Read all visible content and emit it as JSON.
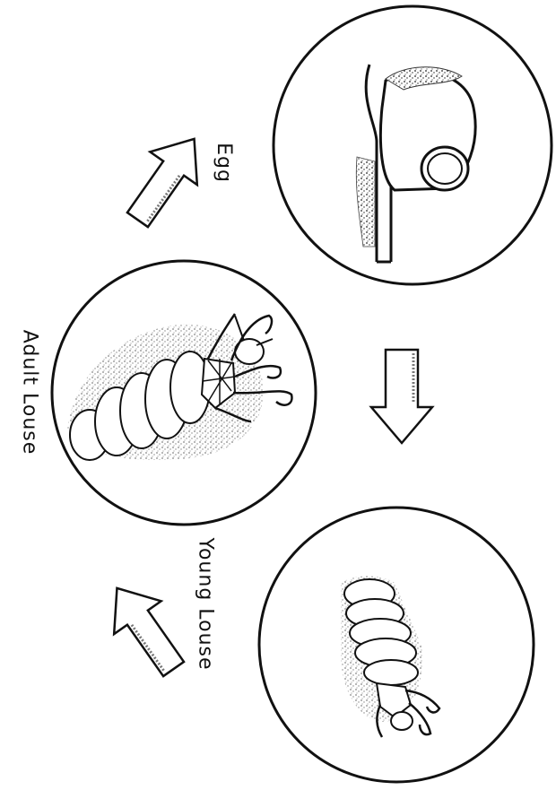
{
  "labels": {
    "egg": "Egg",
    "adult": "Adult Louse",
    "young": "Young Louse"
  },
  "stages": [
    {
      "name": "egg-stage",
      "icon": "louse-egg-icon"
    },
    {
      "name": "adult-stage",
      "icon": "adult-louse-icon"
    },
    {
      "name": "young-stage",
      "icon": "young-louse-icon"
    }
  ],
  "colors": {
    "line": "#111111",
    "arrow_fill": "#ffffff",
    "background": "#ffffff"
  }
}
